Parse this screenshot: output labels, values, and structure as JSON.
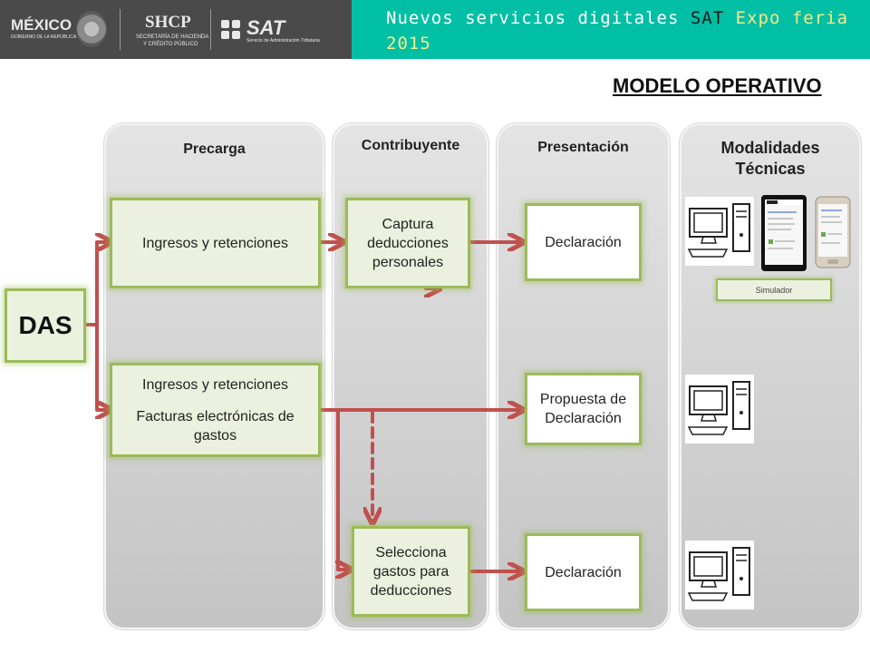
{
  "header": {
    "logos": {
      "mexico": "MÉXICO",
      "mexico_sub": "GOBIERNO DE LA REPÚBLICA",
      "shcp": "SHCP",
      "shcp_sub1": "SECRETARÍA DE HACIENDA",
      "shcp_sub2": "Y CRÉDITO PÚBLICO",
      "sat": "SAT",
      "sat_sub": "Servicio de Administración Tributaria"
    },
    "banner_part1": "Nuevos servicios digitales ",
    "banner_sat": "SAT",
    "banner_part2": " Expo feria 2015"
  },
  "page_title": "MODELO OPERATIVO",
  "lanes": {
    "precarga": "Precarga",
    "contribuyente": "Contribuyente",
    "presentacion": "Presentación",
    "modalidades": "Modalidades Técnicas"
  },
  "das": "DAS",
  "boxes": {
    "ingresos1": "Ingresos y retenciones",
    "ingresos2_line1": "Ingresos y retenciones",
    "ingresos2_line2": "Facturas electrónicas de gastos",
    "captura": "Captura deducciones personales",
    "selecciona": "Selecciona gastos para deducciones",
    "declaracion1": "Declaración",
    "propuesta": "Propuesta de Declaración",
    "declaracion2": "Declaración"
  },
  "simulador": "Simulador",
  "colors": {
    "header_gray": "#4a4a4a",
    "header_teal": "#00bfa5",
    "box_border": "#9bbb59",
    "box_fill": "#ebf1de",
    "arrow": "#c0504d"
  },
  "icons": {
    "desktop": "desktop-computer-icon",
    "tablet": "tablet-icon",
    "phone": "smartphone-icon"
  }
}
